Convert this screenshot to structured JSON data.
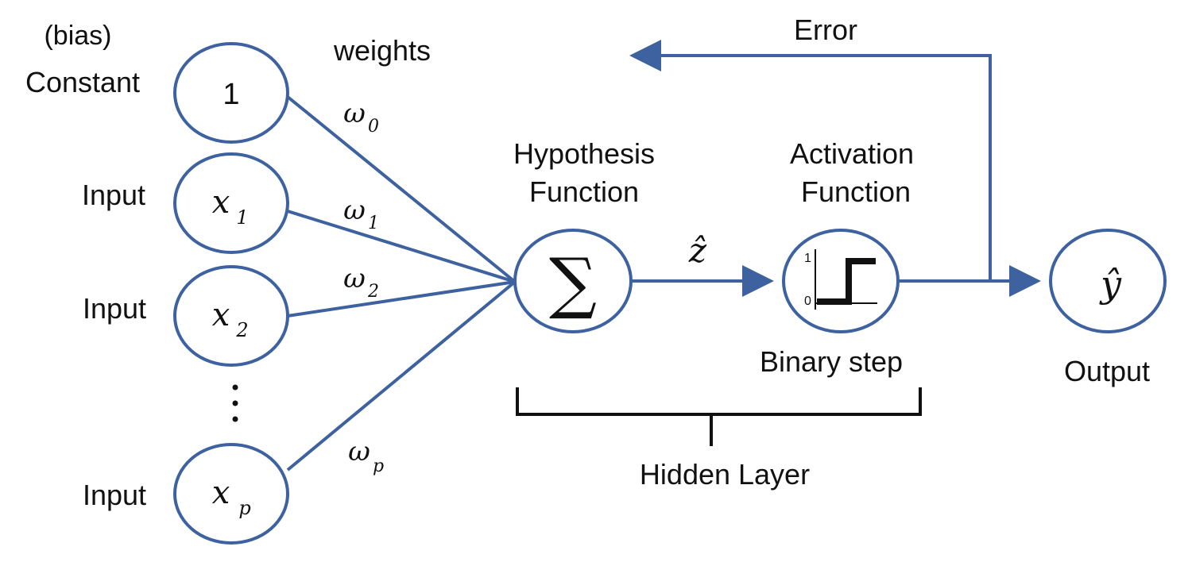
{
  "labels": {
    "bias": "(bias)",
    "constant": "Constant",
    "input": "Input",
    "weights": "weights",
    "hypothesis_line1": "Hypothesis",
    "hypothesis_line2": "Function",
    "activation_line1": "Activation",
    "activation_line2": "Function",
    "binary_step": "Binary step",
    "hidden_layer": "Hidden Layer",
    "output": "Output",
    "error": "Error"
  },
  "nodes": {
    "constant_value": "1",
    "input_symbol": "x",
    "input_subscripts": [
      "1",
      "2",
      "p"
    ],
    "sum_symbol": "∑",
    "z_hat": "ẑ",
    "y_hat": "ŷ",
    "step_tick_high": "1",
    "step_tick_low": "0"
  },
  "weights": {
    "symbol": "ω",
    "subscripts": [
      "0",
      "1",
      "2",
      "p"
    ]
  },
  "colors": {
    "accent": "#3e62a0",
    "text": "#111111",
    "background": "#ffffff"
  }
}
